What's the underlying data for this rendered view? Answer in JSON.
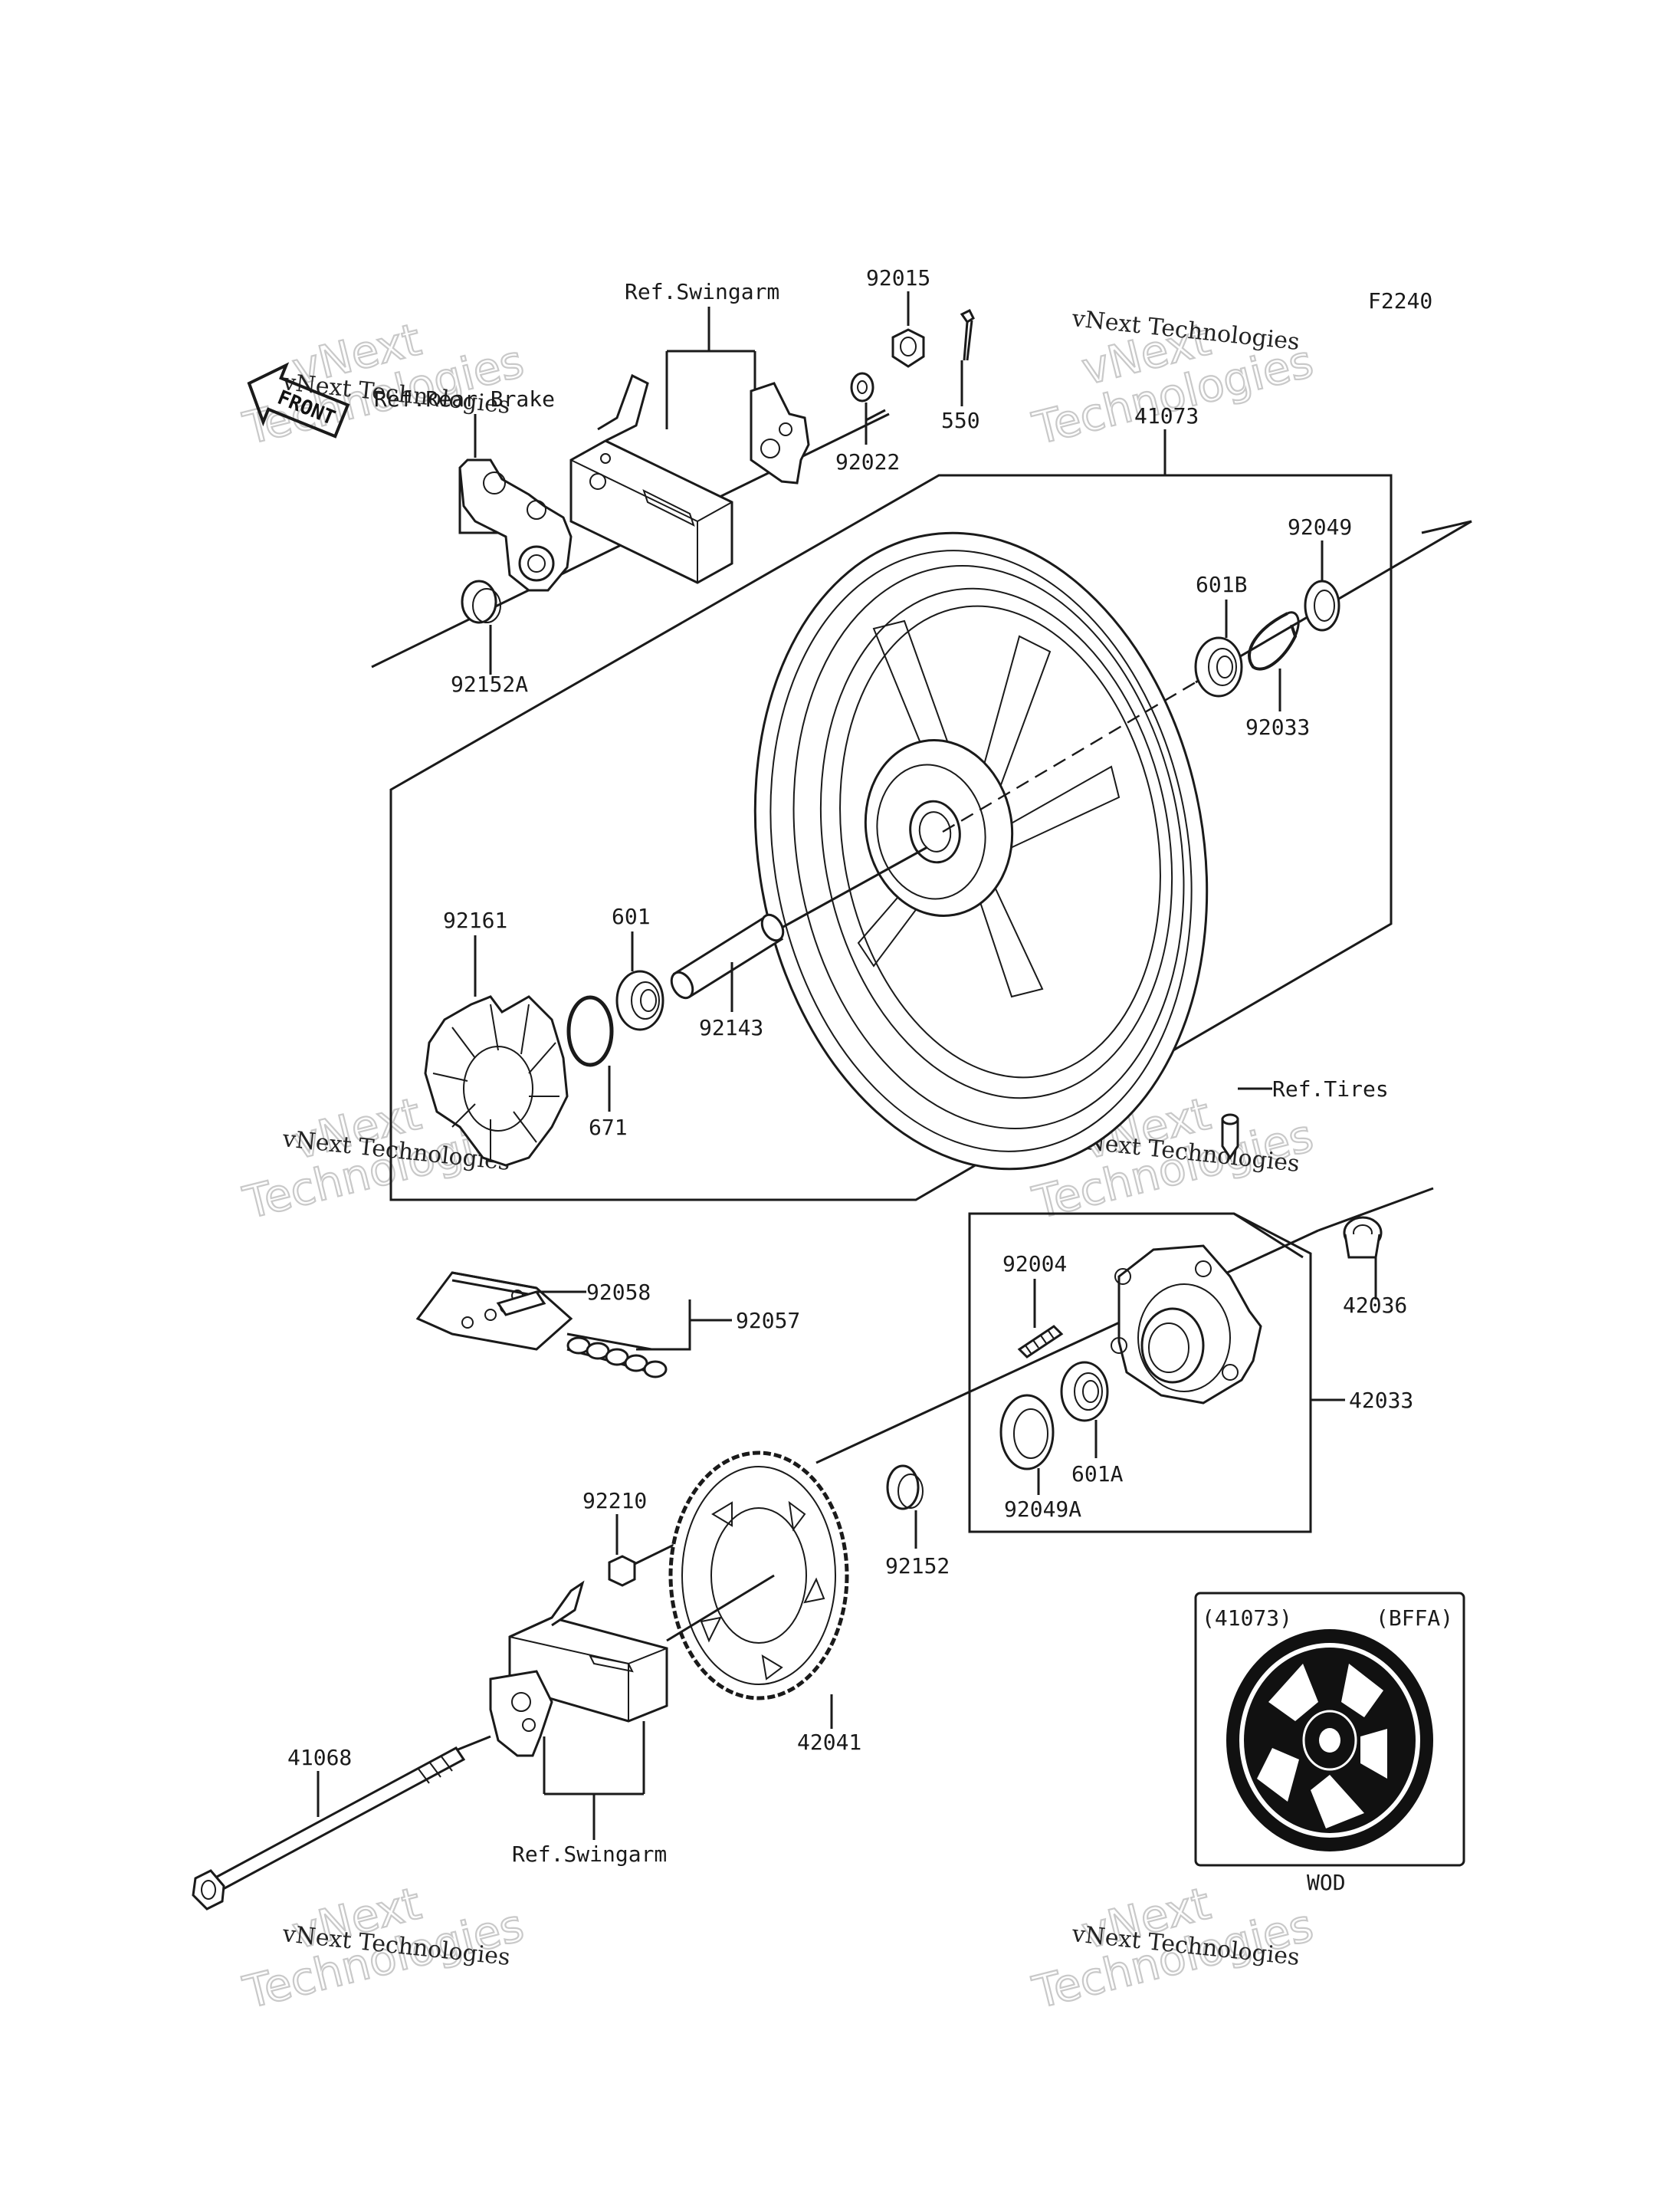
{
  "diagram_code": "F2240",
  "front_badge": "FRONT",
  "refs": {
    "swingarm_top": "Ref.Swingarm",
    "rear_brake": "Ref.Rear Brake",
    "tires": "Ref.Tires",
    "swingarm_bottom": "Ref.Swingarm"
  },
  "parts": {
    "p92015": "92015",
    "p550": "550",
    "p92022": "92022",
    "p41073": "41073",
    "p92049": "92049",
    "p601B": "601B",
    "p92033": "92033",
    "p92152A": "92152A",
    "p92161": "92161",
    "p601": "601",
    "p92143": "92143",
    "p671": "671",
    "p92058": "92058",
    "p92057": "92057",
    "p92004": "92004",
    "p42036": "42036",
    "p42033": "42033",
    "p601A": "601A",
    "p92049A": "92049A",
    "p92210": "92210",
    "p92152": "92152",
    "p42041": "42041",
    "p41068": "41068"
  },
  "inset": {
    "code": "(41073)",
    "variant": "(BFFA)",
    "color": "WOD"
  },
  "watermark": {
    "line1": "vNext Technologies",
    "line2": "Technologies",
    "line3": "vNext"
  }
}
